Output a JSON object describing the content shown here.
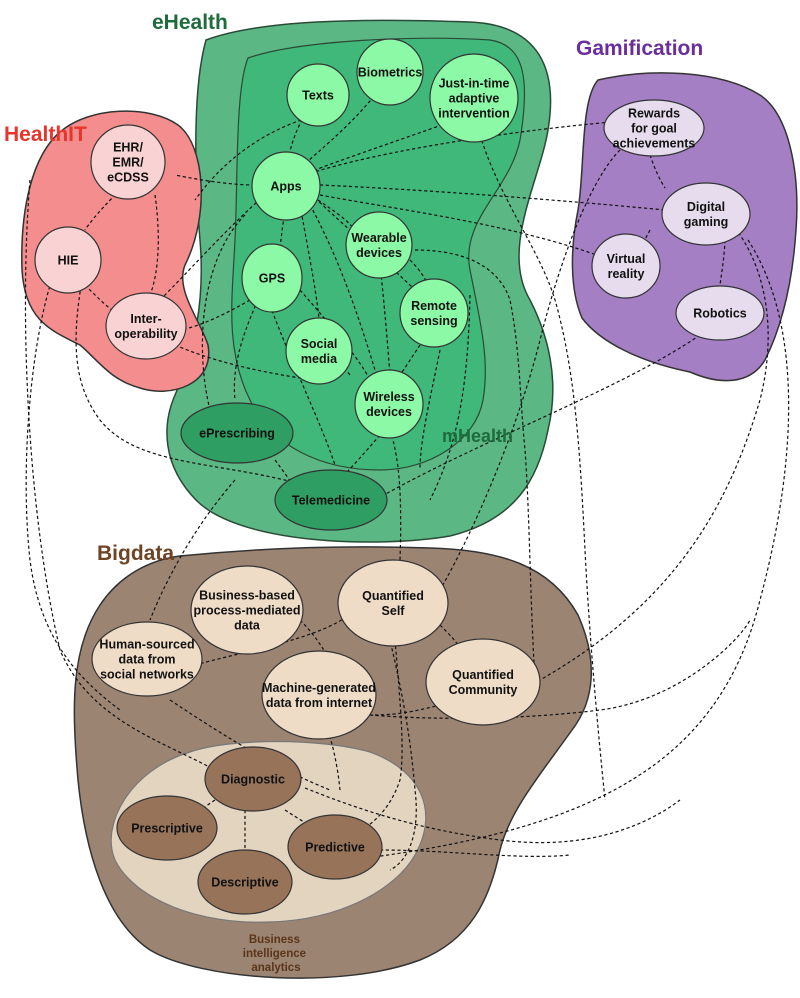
{
  "regions": {
    "ehealth": {
      "title": "eHealth",
      "color": "#1e6b3c"
    },
    "mhealth": {
      "title": "mHealth",
      "color": "#1e6b3c"
    },
    "healthit": {
      "title": "HealthIT",
      "color": "#e8352b"
    },
    "gamification": {
      "title": "Gamification",
      "color": "#6a2d9b"
    },
    "bigdata": {
      "title": "Bigdata",
      "color": "#6e4326"
    },
    "bi": {
      "lines": [
        "Business",
        "intelligence",
        "analytics"
      ],
      "color": "#5a3519"
    }
  },
  "nodes": {
    "texts": [
      "Texts"
    ],
    "biometrics": [
      "Biometrics"
    ],
    "jit": [
      "Just-in-time",
      "adaptive",
      "intervention"
    ],
    "apps": [
      "Apps"
    ],
    "wearable": [
      "Wearable",
      "devices"
    ],
    "gps": [
      "GPS"
    ],
    "remote": [
      "Remote",
      "sensing"
    ],
    "social": [
      "Social",
      "media"
    ],
    "wireless": [
      "Wireless",
      "devices"
    ],
    "eprescribing": [
      "ePrescribing"
    ],
    "telemedicine": [
      "Telemedicine"
    ],
    "ehr": [
      "EHR/",
      "EMR/",
      "eCDSS"
    ],
    "hie": [
      "HIE"
    ],
    "interop": [
      "Inter-",
      "operability"
    ],
    "rewards": [
      "Rewards",
      "for goal",
      "achievements"
    ],
    "gaming": [
      "Digital",
      "gaming"
    ],
    "vr": [
      "Virtual",
      "reality"
    ],
    "robotics": [
      "Robotics"
    ],
    "business": [
      "Business-based",
      "process-mediated",
      "data"
    ],
    "qself": [
      "Quantified",
      "Self"
    ],
    "human": [
      "Human-sourced",
      "data from",
      "social networks"
    ],
    "machine": [
      "Machine-generated",
      "data from internet"
    ],
    "qcomm": [
      "Quantified",
      "Community"
    ],
    "diagnostic": [
      "Diagnostic"
    ],
    "prescriptive": [
      "Prescriptive"
    ],
    "predictive": [
      "Predictive"
    ],
    "descriptive": [
      "Descriptive"
    ]
  },
  "colors": {
    "ehealth_fill": "#5bb784",
    "mhealth_fill": "#3fb87a",
    "mhealth_node": "#8cf9a6",
    "ehealth_node": "#2e9e62",
    "healthit_fill": "#f48e8e",
    "healthit_node": "#f9d3d3",
    "gamification_fill": "#a47fc4",
    "gamification_node": "#e6dcee",
    "bigdata_fill": "#9c8473",
    "bigdata_node": "#efdcc7",
    "bi_fill": "#e3d4bf",
    "bi_node": "#97735a"
  }
}
